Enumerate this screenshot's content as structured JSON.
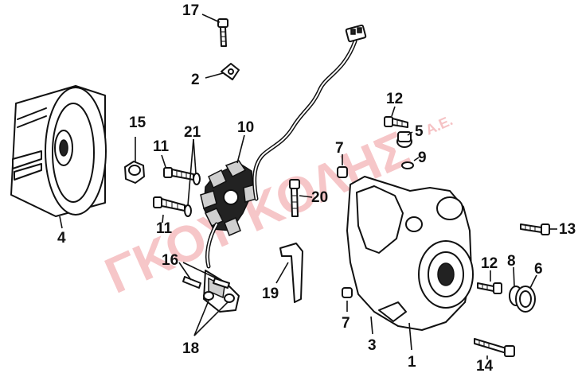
{
  "watermark": {
    "main": "ΓΚΟΥ ΚΟΛΗΣ",
    "suffix": "A.E."
  },
  "callouts": {
    "c1": "1",
    "c2": "2",
    "c3": "3",
    "c4": "4",
    "c5": "5",
    "c6": "6",
    "c7a": "7",
    "c7b": "7",
    "c8": "8",
    "c9": "9",
    "c10": "10",
    "c11a": "11",
    "c11b": "11",
    "c12a": "12",
    "c12b": "12",
    "c13": "13",
    "c14": "14",
    "c15": "15",
    "c16": "16",
    "c17": "17",
    "c18": "18",
    "c19": "19",
    "c20": "20",
    "c21": "21"
  }
}
